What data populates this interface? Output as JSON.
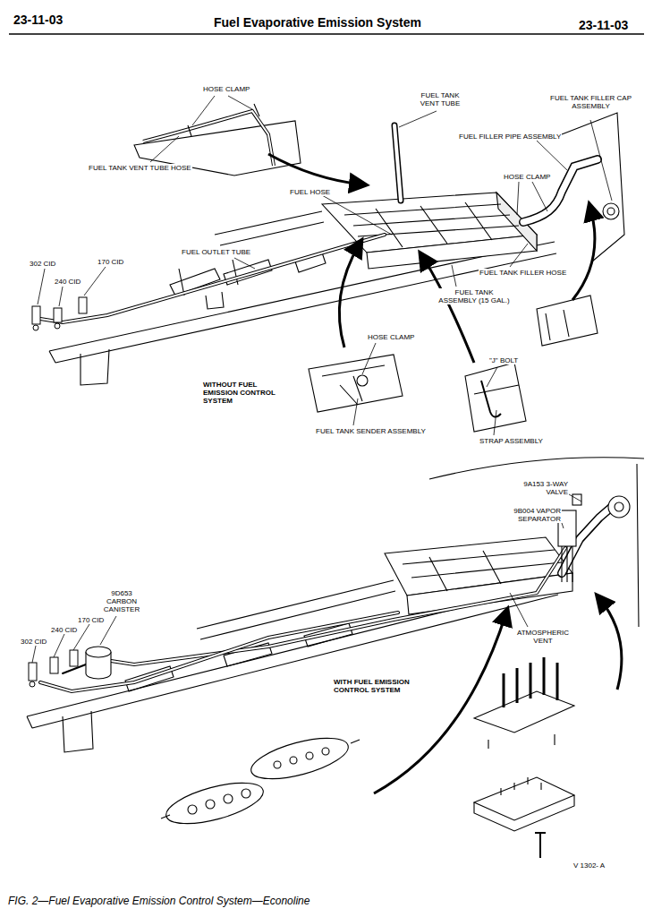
{
  "diagram": {
    "title": "Fuel Evaporative Emission System",
    "caption": "FIG. 2—Fuel Evaporative Emission Control System—Econoline",
    "labels": [
      "23-11-03",
      "23-11-03",
      "HOSE CLAMP",
      "FUEL TANK VENT TUBE",
      "FUEL TANK FILLER CAP ASSEMBLY",
      "FUEL FILLER PIPE ASSEMBLY",
      "FUEL TANK VENT TUBE HOSE",
      "HOSE CLAMP",
      "FUEL HOSE",
      "302 CID",
      "170 CID",
      "240 CID",
      "FUEL OUTLET TUBE",
      "FUEL TANK FILLER HOSE",
      "FUEL TANK ASSEMBLY (15 GAL.)",
      "WITHOUT FUEL EMISSION CONTROL SYSTEM",
      "HOSE CLAMP",
      "\"J\" BOLT",
      "FUEL TANK SENDER ASSEMBLY",
      "STRAP ASSEMBLY",
      "9A153 3-WAY VALVE",
      "9B004 VAPOR SEPARATOR",
      "9D653 CARBON CANISTER",
      "170 CID",
      "240 CID",
      "302 CID",
      "ATMOSPHERIC VENT",
      "WITH FUEL EMISSION CONTROL SYSTEM",
      "V 1302- A"
    ]
  }
}
